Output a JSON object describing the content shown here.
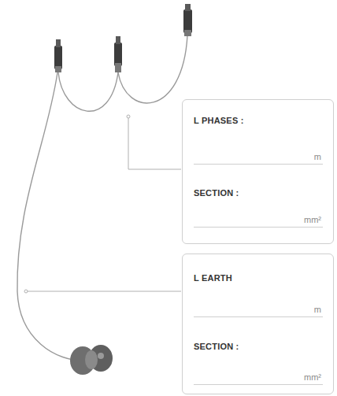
{
  "diagram": {
    "nodes": [
      {
        "text": [
          "L PHASES :",
          "m",
          "SECTION :",
          "mm²"
        ]
      },
      {
        "text": [
          "L EARTH",
          "m",
          "SECTION :",
          "mm²"
        ]
      }
    ]
  }
}
